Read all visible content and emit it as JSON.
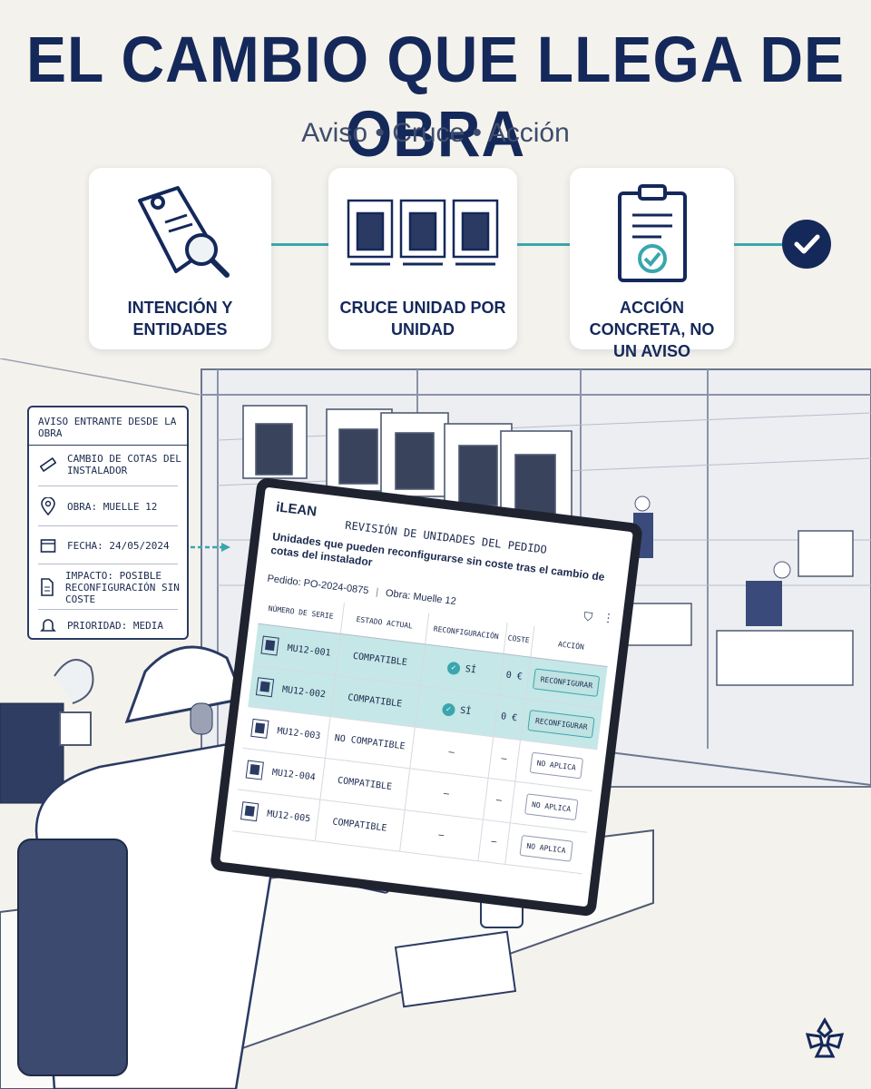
{
  "header": {
    "title": "EL CAMBIO QUE LLEGA DE OBRA",
    "subtitle": "Aviso • Cruce • Acción"
  },
  "steps": [
    {
      "label": "INTENCIÓN Y ENTIDADES",
      "icon": "tag-magnifier-icon"
    },
    {
      "label": "CRUCE UNIDAD POR UNIDAD",
      "icon": "units-icon"
    },
    {
      "label": "ACCIÓN CONCRETA, NO UN AVISO",
      "icon": "clipboard-check-icon"
    }
  ],
  "notice": {
    "title": "AVISO ENTRANTE DESDE LA OBRA",
    "items": [
      {
        "icon": "ruler-icon",
        "text": "CAMBIO DE COTAS DEL INSTALADOR"
      },
      {
        "icon": "location-pin-icon",
        "text": "OBRA: MUELLE 12"
      },
      {
        "icon": "calendar-icon",
        "text": "FECHA: 24/05/2024"
      },
      {
        "icon": "document-icon",
        "text": "IMPACTO: POSIBLE RECONFIGURACIÓN SIN COSTE"
      },
      {
        "icon": "bell-icon",
        "text": "PRIORIDAD: MEDIA"
      }
    ]
  },
  "app": {
    "brand": "iLEAN",
    "title": "REVISIÓN DE UNIDADES DEL PEDIDO",
    "description": "Unidades que pueden reconfigurarse sin coste tras el cambio de cotas del instalador",
    "order": "Pedido: PO-2024-0875",
    "site": "Obra: Muelle 12",
    "columns": [
      "NÚMERO DE SERIE",
      "ESTADO ACTUAL",
      "RECONFIGURACIÓN",
      "COSTE",
      "ACCIÓN"
    ],
    "rows": [
      {
        "serial": "MU12-001",
        "status": "COMPATIBLE",
        "reconfig": "SÍ",
        "cost": "0 €",
        "action": "RECONFIGURAR",
        "highlight": true
      },
      {
        "serial": "MU12-002",
        "status": "COMPATIBLE",
        "reconfig": "SÍ",
        "cost": "0 €",
        "action": "RECONFIGURAR",
        "highlight": true
      },
      {
        "serial": "MU12-003",
        "status": "NO COMPATIBLE",
        "reconfig": "—",
        "cost": "—",
        "action": "NO APLICA",
        "highlight": false
      },
      {
        "serial": "MU12-004",
        "status": "COMPATIBLE",
        "reconfig": "—",
        "cost": "—",
        "action": "NO APLICA",
        "highlight": false
      },
      {
        "serial": "MU12-005",
        "status": "COMPATIBLE",
        "reconfig": "—",
        "cost": "—",
        "action": "NO APLICA",
        "highlight": false
      }
    ]
  },
  "colors": {
    "navy": "#14285a",
    "teal": "#3aa6ad",
    "highlight": "#c5e7e7",
    "background": "#f4f2ec"
  }
}
